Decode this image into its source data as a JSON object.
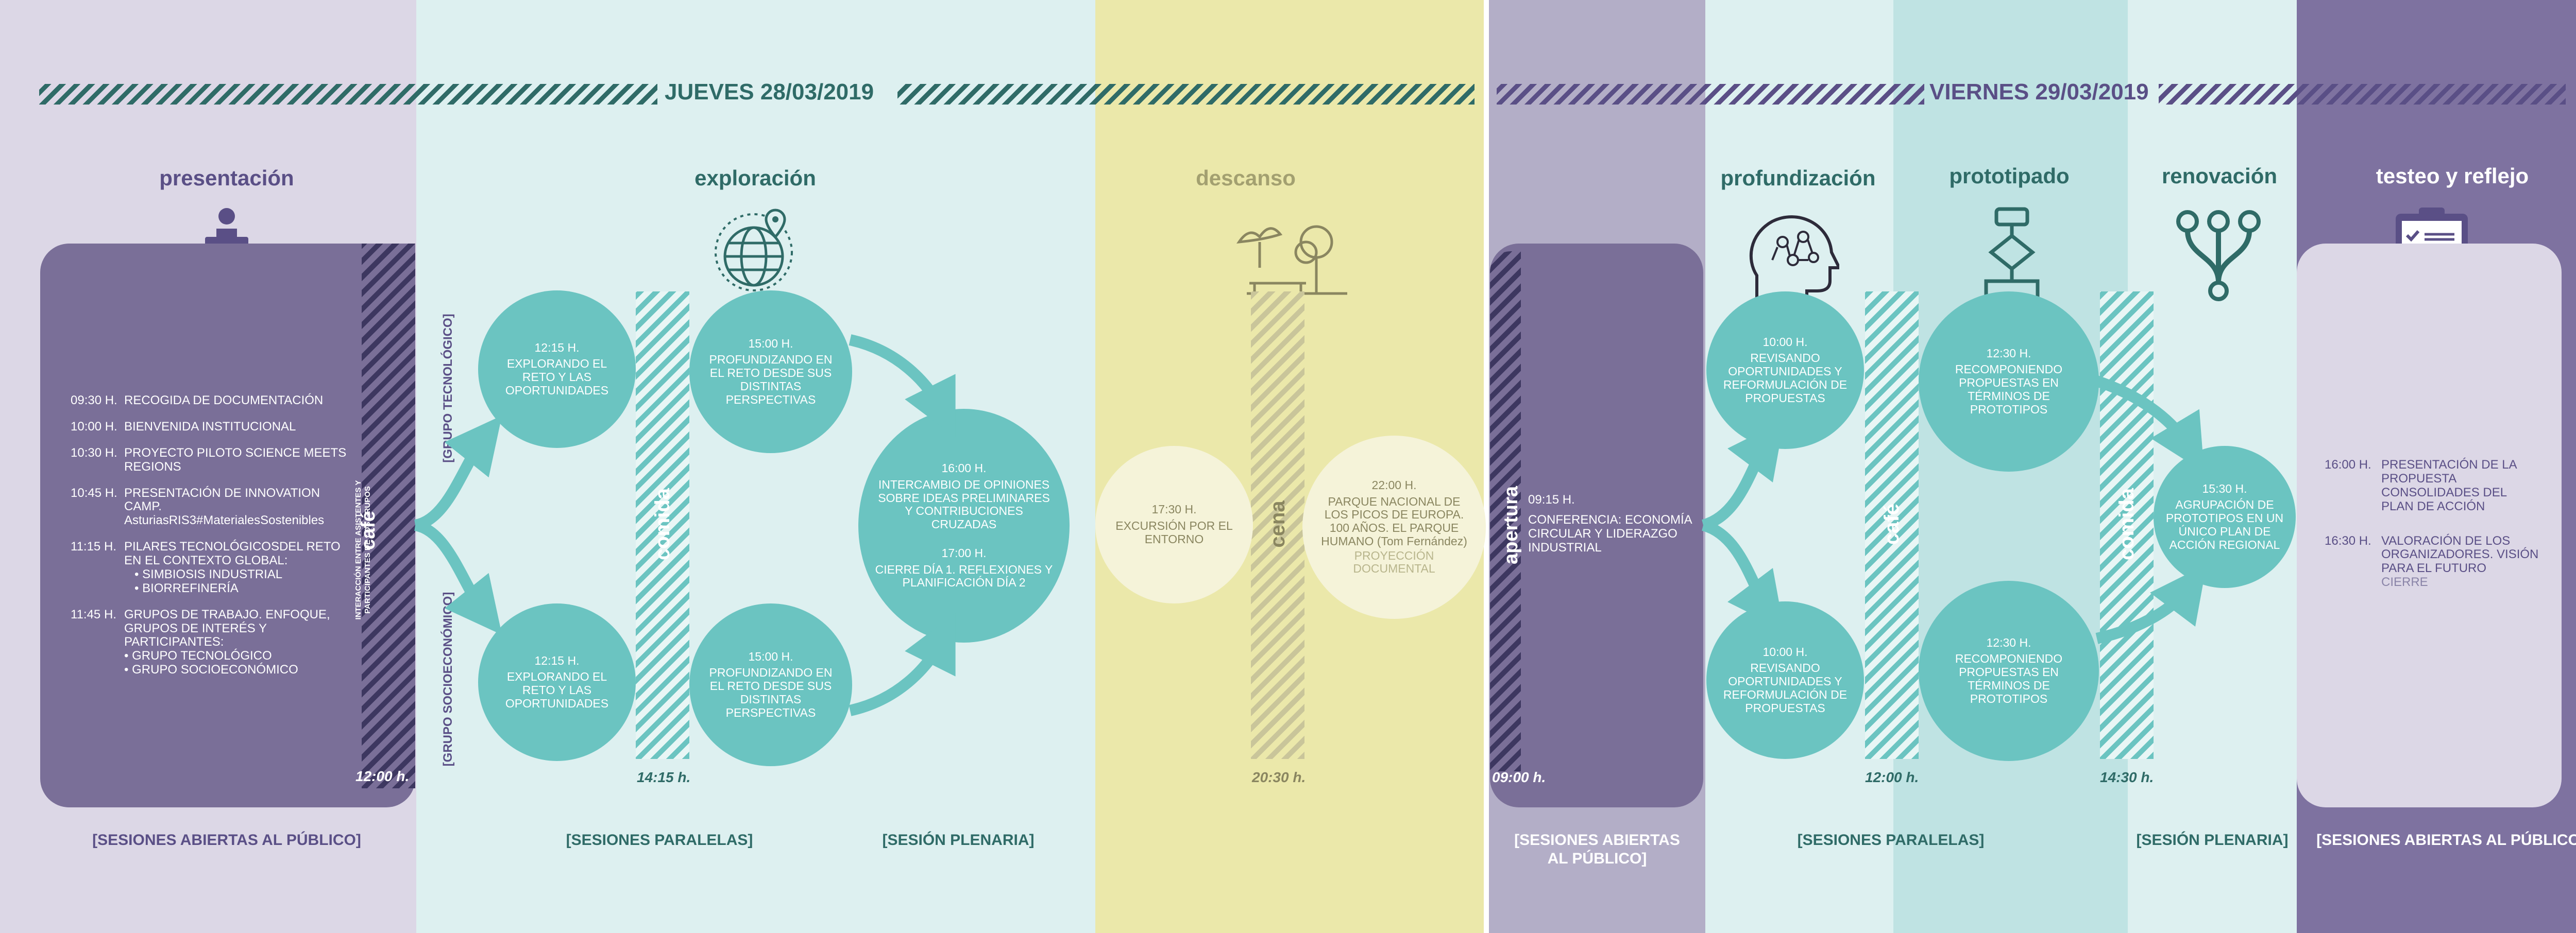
{
  "colors": {
    "lavender_light": "#dcd7e6",
    "teal_light": "#ddf0f0",
    "teal_mid": "#bfe3e3",
    "yellow": "#ebe8aa",
    "lavender_mid": "#b3aec7",
    "purple_panel": "#7a6f98",
    "purple_dark": "#7e72a0",
    "purple_text": "#5a4f86",
    "teal_circle": "#6bc4c1",
    "teal_dark": "#2f6b67",
    "cream": "#f5f3d9",
    "grey_text": "#a3a070",
    "white": "#ffffff"
  },
  "days": {
    "thursday": "JUEVES 28/03/2019",
    "friday": "VIERNES 29/03/2019"
  },
  "phases": {
    "presentacion": "presentación",
    "exploracion": "exploración",
    "descanso": "descanso",
    "profundizacion": "profundización",
    "prototipado": "prototipado",
    "renovacion": "renovación",
    "testeo": "testeo y reflejo"
  },
  "presentation_schedule": [
    {
      "time": "09:30 H.",
      "text": "RECOGIDA DE DOCUMENTACIÓN"
    },
    {
      "time": "10:00 H.",
      "text": "BIENVENIDA INSTITUCIONAL"
    },
    {
      "time": "10:30 H.",
      "text": "PROYECTO PILOTO SCIENCE MEETS REGIONS"
    },
    {
      "time": "10:45 H.",
      "text": "PRESENTACIÓN DE INNOVATION CAMP. AsturiasRIS3#MaterialesSostenibles"
    },
    {
      "time": "11:15 H.",
      "text": "PILARES TECNOLÓGICOSDEL RETO EN EL CONTEXTO GLOBAL:",
      "subs": [
        "• SIMBIOSIS INDUSTRIAL",
        "• BIORREFINERÍA"
      ]
    },
    {
      "time": "11:45 H.",
      "text": "GRUPOS DE TRABAJO. ENFOQUE, GRUPOS DE INTERÉS Y PARTICIPANTES:",
      "subs": [
        "• GRUPO TECNOLÓGICO",
        "• GRUPO SOCIOECONÓMICO"
      ]
    }
  ],
  "cafe1": {
    "label": "café",
    "sub": "INTERACCIÓN ENTRE ASISTENTES Y PARTICIPANTES DE LOS GRUPOS",
    "time": "12:00 h."
  },
  "groups": {
    "tech": "[GRUPO TECNOLÓGICO]",
    "socio": "[GRUPO SOCIOECONÓMICO]"
  },
  "circles": {
    "c1": {
      "time": "12:15 H.",
      "text": "EXPLORANDO EL RETO Y LAS OPORTUNIDADES"
    },
    "c2": {
      "time": "12:15 H.",
      "text": "EXPLORANDO EL RETO Y LAS OPORTUNIDADES"
    },
    "c3": {
      "time": "15:00 H.",
      "text": "PROFUNDIZANDO EN EL RETO DESDE SUS DISTINTAS PERSPECTIVAS"
    },
    "c4": {
      "time": "15:00 H.",
      "text": "PROFUNDIZANDO EN EL RETO DESDE SUS DISTINTAS PERSPECTIVAS"
    },
    "c5": {
      "time": "16:00 H.",
      "text": "INTERCAMBIO DE OPINIONES SOBRE IDEAS PRELIMINARES Y CONTRIBUCIONES CRUZADAS",
      "time2": "17:00 H.",
      "text2": "CIERRE DÍA 1. REFLEXIONES Y PLANIFICACIÓN DÍA 2"
    },
    "c6": {
      "time": "17:30 H.",
      "text": "EXCURSIÓN POR EL ENTORNO"
    },
    "c7": {
      "time": "22:00 H.",
      "text": "PARQUE NACIONAL DE LOS PICOS DE EUROPA. 100 AÑOS. EL PARQUE HUMANO (Tom Fernández)",
      "extra": "PROYECCIÓN DOCUMENTAL"
    },
    "c8": {
      "time": "10:00 H.",
      "text": "REVISANDO OPORTUNIDADES Y REFORMULACIÓN DE PROPUESTAS"
    },
    "c9": {
      "time": "10:00 H.",
      "text": "REVISANDO OPORTUNIDADES Y REFORMULACIÓN DE PROPUESTAS"
    },
    "c10": {
      "time": "12:30 H.",
      "text": "RECOMPONIENDO PROPUESTAS EN TÉRMINOS DE PROTOTIPOS"
    },
    "c11": {
      "time": "12:30 H.",
      "text": "RECOMPONIENDO PROPUESTAS EN TÉRMINOS DE PROTOTIPOS"
    },
    "c12": {
      "time": "15:30 H.",
      "text": "AGRUPACIÓN DE PROTOTIPOS EN UN ÚNICO PLAN DE ACCIÓN REGIONAL"
    }
  },
  "comida1": {
    "label": "comida",
    "time": "14:15 h."
  },
  "cena": {
    "label": "cena",
    "time": "20:30 h."
  },
  "apertura": {
    "label": "apertura",
    "time": "09:00 h.",
    "event_time": "09:15 H.",
    "event_text": "CONFERENCIA: ECONOMÍA CIRCULAR Y LIDERAZGO INDUSTRIAL"
  },
  "cafe2": {
    "label": "café",
    "time": "12:00 h."
  },
  "comida2": {
    "label": "comida",
    "time": "14:30 h."
  },
  "testeo_schedule": [
    {
      "time": "16:00 H.",
      "text": "PRESENTACIÓN DE LA PROPUESTA CONSOLIDADES DEL PLAN DE ACCIÓN"
    },
    {
      "time": "16:30 H.",
      "text": "VALORACIÓN DE LOS ORGANIZADORES. VISIÓN  PARA EL FUTURO",
      "extra": "CIERRE"
    }
  ],
  "footers": {
    "f1": "[SESIONES ABIERTAS AL PÚBLICO]",
    "f2": "[SESIONES PARALELAS]",
    "f3": "[SESIÓN PLENARIA]",
    "f4": "[SESIONES ABIERTAS AL PÚBLICO]",
    "f5": "[SESIONES PARALELAS]",
    "f6": "[SESIÓN PLENARIA]",
    "f7": "[SESIONES ABIERTAS AL PÚBLICO]"
  },
  "icons": [
    "speaker-podium-icon",
    "globe-pin-icon",
    "trees-bench-icon",
    "brain-head-icon",
    "flowchart-icon",
    "branching-arrows-icon",
    "clipboard-checklist-icon"
  ]
}
